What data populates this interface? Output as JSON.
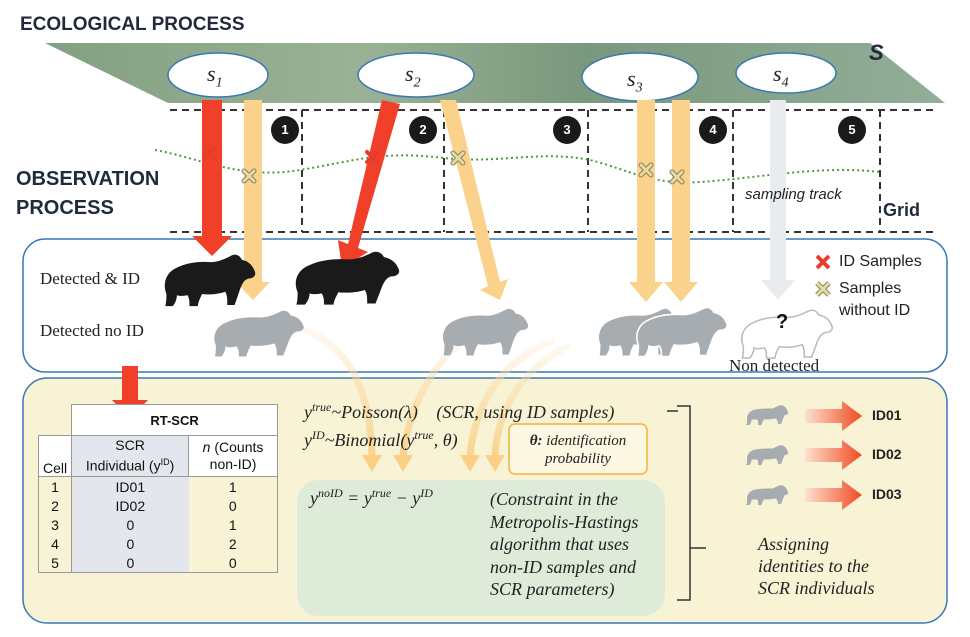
{
  "titles": {
    "ecological": "ECOLOGICAL PROCESS",
    "observation_line1": "OBSERVATION",
    "observation_line2": "PROCESS",
    "s_label": "S",
    "grid": "Grid",
    "sampling_track": "sampling track"
  },
  "activity_centers": [
    {
      "base": "s",
      "sub": "1"
    },
    {
      "base": "s",
      "sub": "2"
    },
    {
      "base": "s",
      "sub": "3"
    },
    {
      "base": "s",
      "sub": "4"
    }
  ],
  "grid_cells": [
    "1",
    "2",
    "3",
    "4",
    "5"
  ],
  "observation": {
    "detected_id": "Detected & ID",
    "detected_no_id": "Detected no ID",
    "non_detected": "Non detected",
    "unknown_mark": "?"
  },
  "legend": {
    "id_samples": "ID Samples",
    "samples_without_id_1": "Samples",
    "samples_without_id_2": "without ID",
    "id_color": "#e53e2b",
    "noid_color": "#e6dca0"
  },
  "table": {
    "title": "RT-SCR",
    "col_cell": "Cell",
    "col_scr_1": "SCR",
    "col_scr_2": "Individual (y",
    "col_scr_sup": "ID",
    "col_scr_3": ")",
    "col_n_1": "n",
    "col_n_2": " (Counts",
    "col_n_3": "non-ID)",
    "rows": [
      {
        "cell": "1",
        "scr": "ID01",
        "n": "1"
      },
      {
        "cell": "2",
        "scr": "ID02",
        "n": "0"
      },
      {
        "cell": "3",
        "scr": "0",
        "n": "1"
      },
      {
        "cell": "4",
        "scr": "0",
        "n": "2"
      },
      {
        "cell": "5",
        "scr": "0",
        "n": "0"
      }
    ]
  },
  "equations": {
    "eq1_var": "y",
    "eq1_sup": "true",
    "eq1_rest": "~Poisson(λ)",
    "eq1_note": "(SCR, using ID samples)",
    "eq2_var": "y",
    "eq2_sup": "ID",
    "eq2_rest": "~Binomial(y",
    "eq2_sup2": "true",
    "eq2_end": ", θ)",
    "theta_symbol": "θ:",
    "theta_text_1": " identification",
    "theta_text_2": "probability",
    "eq3_lhs_sup": "noID",
    "eq3_mid": " = y",
    "eq3_mid_sup": "true",
    "eq3_minus": " − y",
    "eq3_minus_sup": "ID",
    "constraint_lines": [
      "(Constraint in the",
      "Metropolis-Hastings",
      "algorithm that uses",
      "non-ID samples and",
      "SCR parameters)"
    ]
  },
  "identities": {
    "labels": [
      "ID01",
      "ID02",
      "ID03"
    ],
    "caption_lines": [
      "Assigning",
      "identities to the",
      "SCR individuals"
    ]
  },
  "colors": {
    "red_arrow": "#f0402a",
    "light_arrow": "#fbd28c",
    "gray_arrow": "#e9ecee",
    "panel_border": "#3a78b5",
    "bottom_fill": "#f7f3d4",
    "green_box": "#dfebd9",
    "bear_black": "#1a1a1a",
    "bear_gray": "#a7acb1",
    "theta_border": "#f0b43a"
  }
}
